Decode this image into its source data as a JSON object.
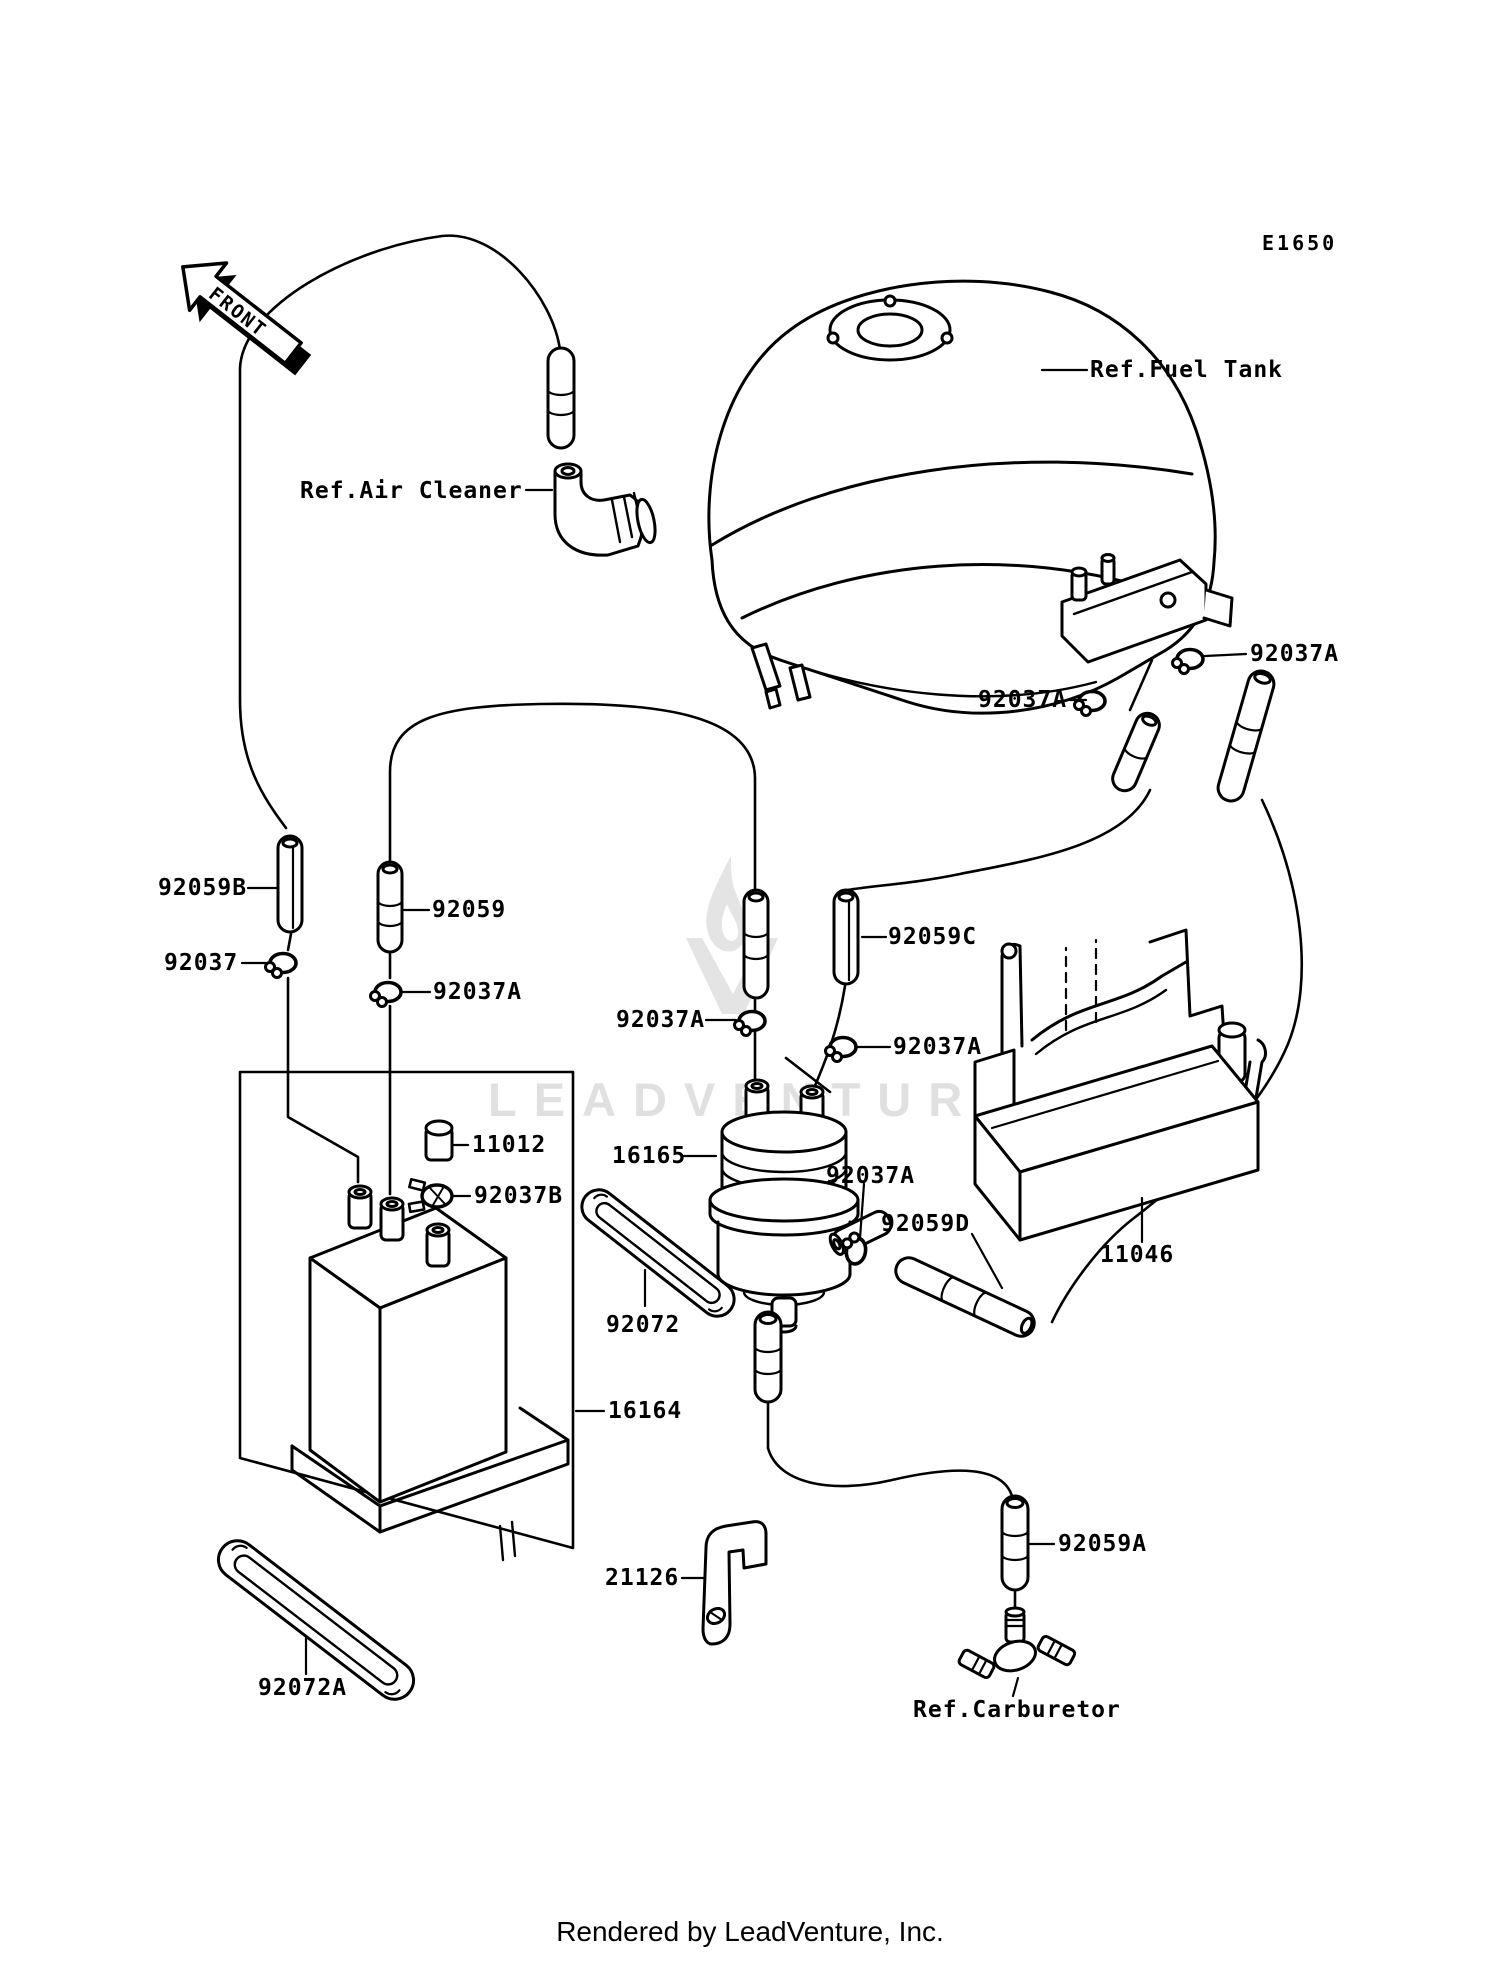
{
  "page": {
    "diagram_code": "E1650",
    "watermark": "LEADVENTURE",
    "footer": "Rendered by LeadVenture, Inc.",
    "background": "#ffffff",
    "line_color": "#000000",
    "watermark_color": "#e0e0e0"
  },
  "front_arrow": {
    "label": "FRONT"
  },
  "labels": [
    {
      "id": "ref-air-cleaner",
      "text": "Ref.Air Cleaner"
    },
    {
      "id": "ref-fuel-tank",
      "text": "Ref.Fuel Tank"
    },
    {
      "id": "clamp-92037a-tank-left",
      "text": "92037A"
    },
    {
      "id": "clamp-92037a-tank-right",
      "text": "92037A"
    },
    {
      "id": "tube-92059b",
      "text": "92059B"
    },
    {
      "id": "tube-92059",
      "text": "92059"
    },
    {
      "id": "clamp-92037",
      "text": "92037"
    },
    {
      "id": "clamp-92037a-left",
      "text": "92037A"
    },
    {
      "id": "tube-92059c",
      "text": "92059C"
    },
    {
      "id": "clamp-92037a-center-l",
      "text": "92037A"
    },
    {
      "id": "clamp-92037a-center-r",
      "text": "92037A"
    },
    {
      "id": "cap-11012",
      "text": "11012"
    },
    {
      "id": "canister-16165",
      "text": "16165"
    },
    {
      "id": "clamp-92037b",
      "text": "92037B"
    },
    {
      "id": "clamp-92037a-filter",
      "text": "92037A"
    },
    {
      "id": "tube-92059d",
      "text": "92059D"
    },
    {
      "id": "bracket-11046",
      "text": "11046"
    },
    {
      "id": "band-92072",
      "text": "92072"
    },
    {
      "id": "canister-16164",
      "text": "16164"
    },
    {
      "id": "bracket-21126",
      "text": "21126"
    },
    {
      "id": "tube-92059a",
      "text": "92059A"
    },
    {
      "id": "band-92072a",
      "text": "92072A"
    },
    {
      "id": "ref-carburetor",
      "text": "Ref.Carburetor"
    }
  ]
}
